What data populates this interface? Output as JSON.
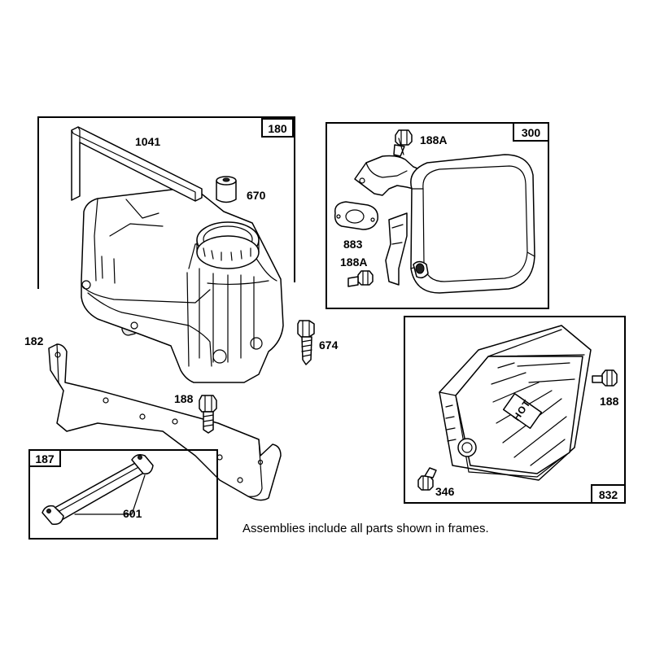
{
  "frames": {
    "fuel_tank_assembly": "180",
    "muffler_assembly": "300",
    "guard_assembly": "832",
    "fuel_line_assembly": "187"
  },
  "parts": {
    "tank_bracket_rod": "1041",
    "bushing": "670",
    "gasket": "883",
    "screw_top": "188A",
    "screw_bottom": "188A",
    "bracket": "182",
    "screw_tank": "674",
    "screw_bracket": "188",
    "screw_guard_right": "188",
    "screw_guard_bottom": "346",
    "clamp": "601"
  },
  "guard_text": "HOT",
  "note": "Assemblies include all parts shown in frames."
}
